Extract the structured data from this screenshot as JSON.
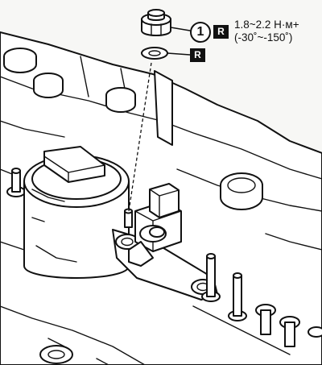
{
  "callout": {
    "number": "1",
    "torque_line1": "1.8~2.2 Н·м+",
    "torque_line2": "(-30˚~-150˚)"
  },
  "badges": {
    "nut_replace": "R",
    "washer_replace": "R"
  },
  "icons": [
    "nut-icon",
    "washer-icon"
  ],
  "colors": {
    "ink": "#111111",
    "paper": "#f7f7f5"
  }
}
